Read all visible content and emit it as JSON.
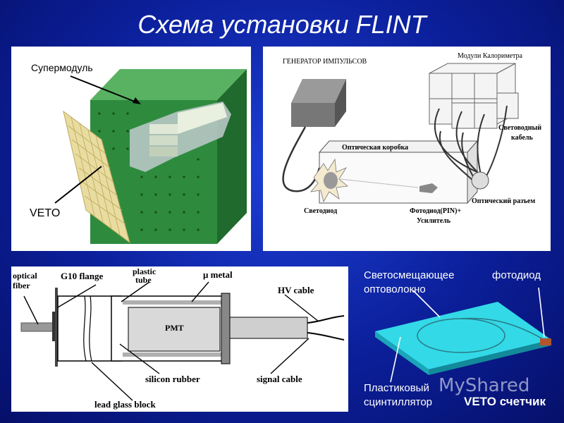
{
  "title": "Схема установки FLINT",
  "supermodule_panel": {
    "supermodule_label": "Супермодуль",
    "veto_label": "VETO"
  },
  "calorimeter_panel": {
    "pulse_generator": "ГЕНЕРАТОР ИМПУЛЬСОВ",
    "calorimeter_modules": "Модули Калориметра",
    "light_guide_cable_1": "Световодный",
    "light_guide_cable_2": "кабель",
    "optical_box": "Оптическая коробка",
    "led": "Светодиод",
    "photodiode_1": "Фотодиод(PIN)+",
    "photodiode_2": "Усилитель",
    "optical_connector": "Оптический разъем"
  },
  "pmt_panel": {
    "optical_fiber_1": "optical",
    "optical_fiber_2": "fiber",
    "g10_flange": "G10 flange",
    "plastic_tube_1": "plastic",
    "plastic_tube_2": "tube",
    "mu_metal": "μ metal",
    "hv_cable": "HV cable",
    "pmt": "PMT",
    "silicon_rubber": "silicon rubber",
    "signal_cable": "signal cable",
    "lead_glass_block": "lead glass block"
  },
  "veto_counter": {
    "wls_fiber_1": "Светосмещающее",
    "wls_fiber_2": "оптоволокно",
    "photodiode": "фотодиод",
    "scintillator_1": "Пластиковый",
    "scintillator_2": "сцинтиллятор",
    "caption": "VETO счетчик"
  },
  "watermark": "MyShared",
  "colors": {
    "background": "#0b1f9a",
    "supermodule_green": "#2e8b3e",
    "scintillator_cyan": "#33d9e6",
    "veto_grid": "#e9dca0"
  }
}
